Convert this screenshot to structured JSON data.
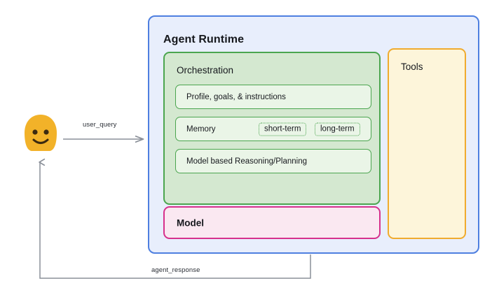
{
  "diagram": {
    "title": "Agent Runtime architecture diagram",
    "background": "#ffffff"
  },
  "agent_runtime": {
    "title": "Agent Runtime",
    "border_color": "#4e7fe0",
    "fill_color": "#e8eefc"
  },
  "orchestration": {
    "title": "Orchestration",
    "border_color": "#4ba54f",
    "fill_color": "#d4e8d0",
    "cards": [
      {
        "label": "Profile, goals, & instructions"
      },
      {
        "label": "Memory"
      },
      {
        "label": "Model based Reasoning/Planning"
      }
    ],
    "memory_pills": [
      {
        "label": "short-term"
      },
      {
        "label": "long-term"
      }
    ]
  },
  "model": {
    "title": "Model",
    "border_color": "#d6318c",
    "fill_color": "#fae8f1"
  },
  "tools": {
    "title": "Tools",
    "border_color": "#f0ab2e",
    "fill_color": "#fdf5da"
  },
  "user": {
    "avatar_icon": "smiley-face-avatar",
    "avatar_color": "#f2b229",
    "face_color": "#3b2a10"
  },
  "edges": [
    {
      "label": "user_query",
      "direction": "user-to-agent",
      "color": "#8a8f98"
    },
    {
      "label": "agent_response",
      "direction": "agent-to-user",
      "color": "#8a8f98"
    }
  ]
}
